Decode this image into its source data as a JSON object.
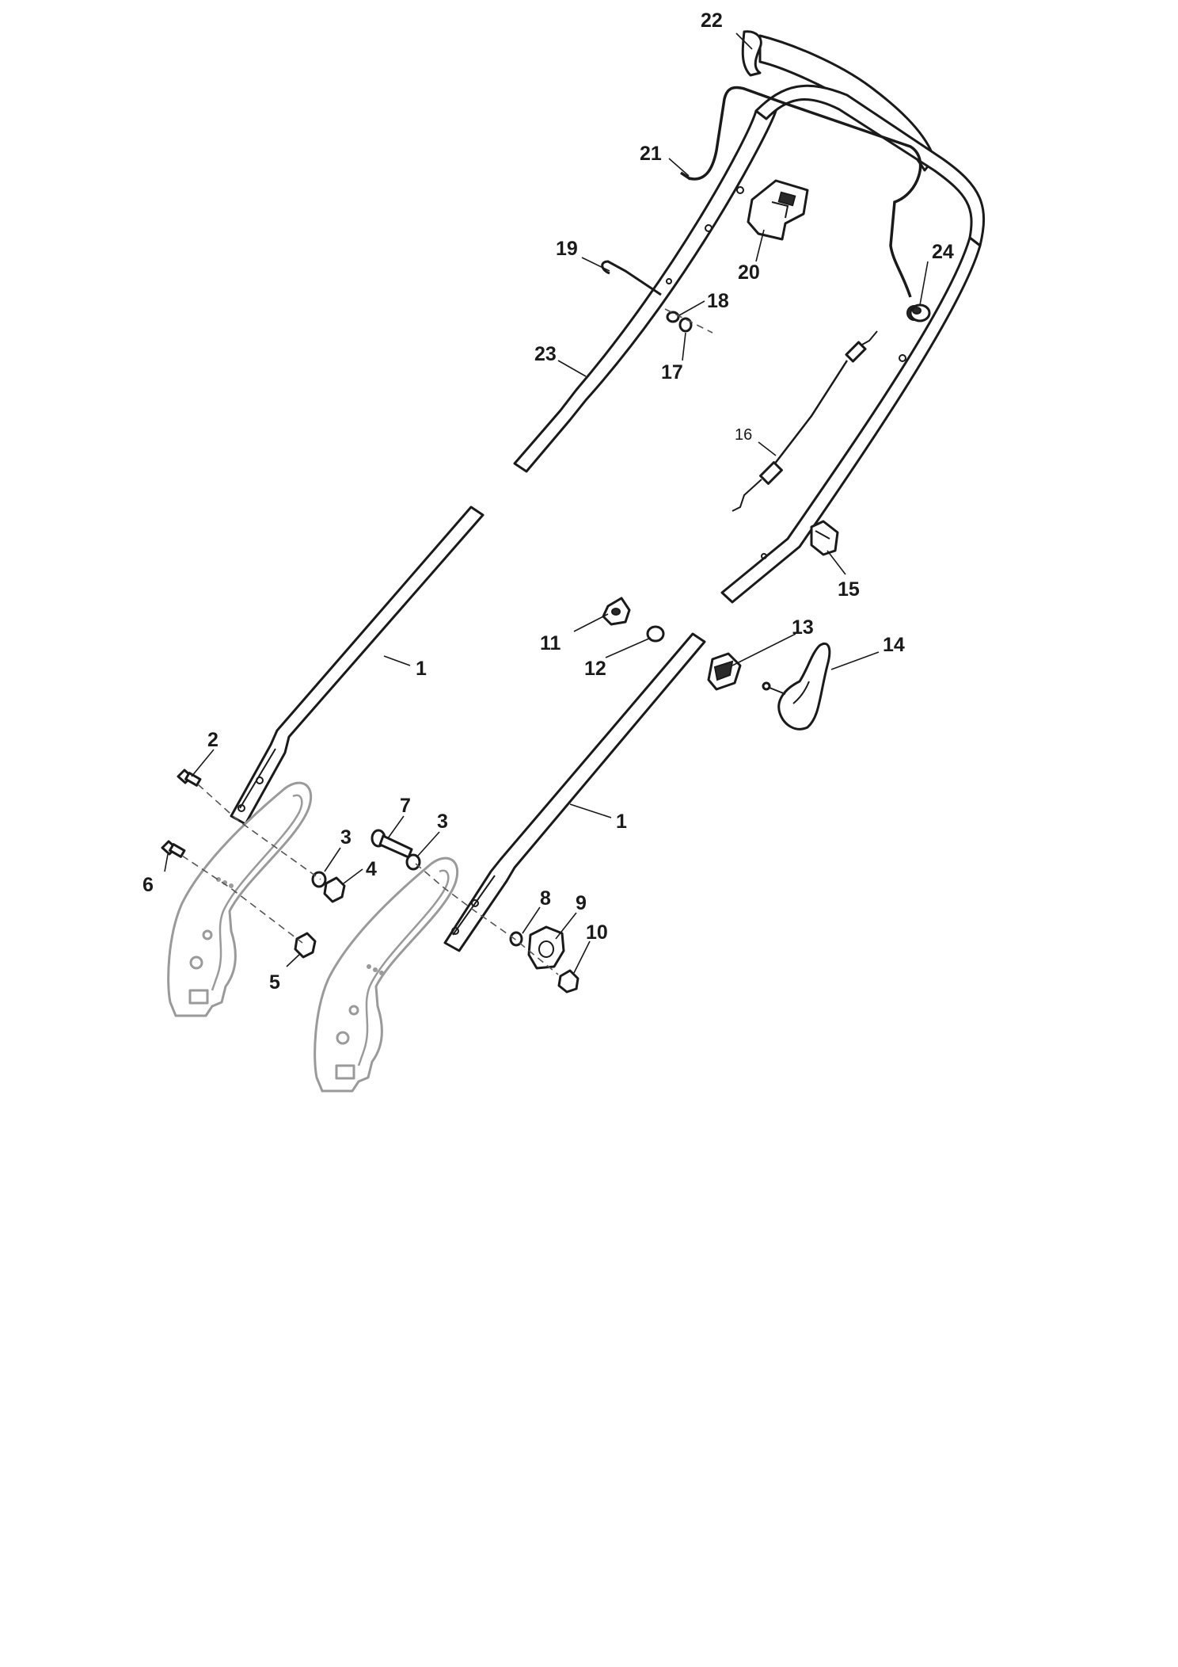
{
  "callouts": {
    "c1a": "1",
    "c1b": "1",
    "c2": "2",
    "c3a": "3",
    "c3b": "3",
    "c4": "4",
    "c5": "5",
    "c6": "6",
    "c7": "7",
    "c8": "8",
    "c9": "9",
    "c10": "10",
    "c11": "11",
    "c12": "12",
    "c13": "13",
    "c14": "14",
    "c15": "15",
    "c16": "16",
    "c17": "17",
    "c18": "18",
    "c19": "19",
    "c20": "20",
    "c21": "21",
    "c22": "22",
    "c23": "23",
    "c24": "24"
  }
}
